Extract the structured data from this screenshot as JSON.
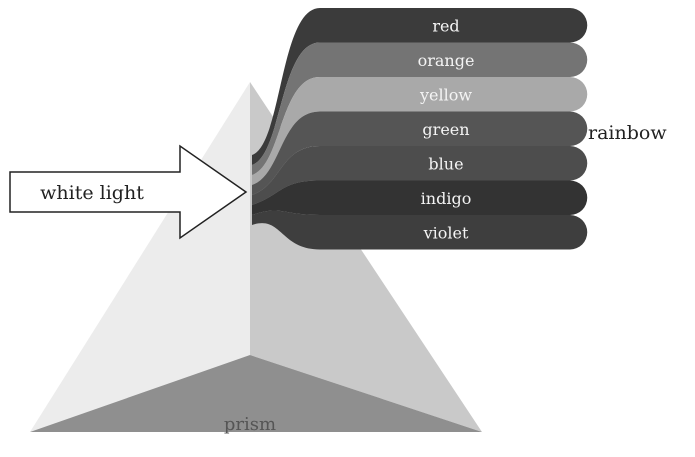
{
  "diagram": {
    "input_label": "white light",
    "output_label": "rainbow",
    "prism_label": "prism",
    "bands": [
      {
        "label": "red",
        "color": "#3b3b3b"
      },
      {
        "label": "orange",
        "color": "#747474"
      },
      {
        "label": "yellow",
        "color": "#a9a9a9"
      },
      {
        "label": "green",
        "color": "#555555"
      },
      {
        "label": "blue",
        "color": "#4d4d4d"
      },
      {
        "label": "indigo",
        "color": "#333333"
      },
      {
        "label": "violet",
        "color": "#3e3e3e"
      }
    ],
    "colors": {
      "prism_left_face": "#ececec",
      "prism_right_face": "#c9c9c9",
      "prism_bottom_face": "#8f8f8f",
      "arrow_fill": "#ffffff",
      "arrow_stroke": "#222222"
    }
  }
}
